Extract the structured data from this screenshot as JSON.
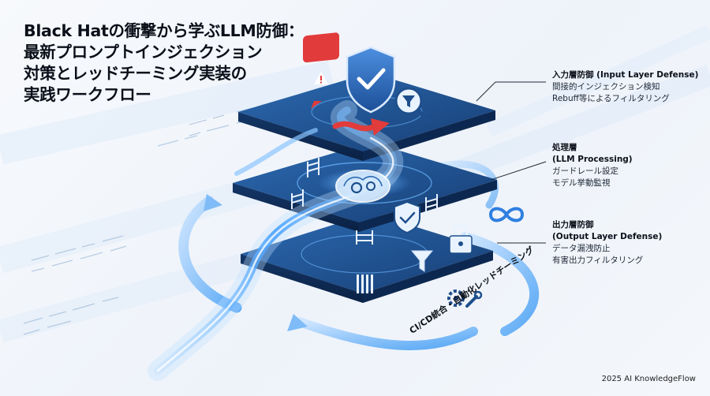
{
  "title": {
    "line1": "Black Hatの衝撃から学ぶLLM防御：",
    "line2": "最新プロンプトインジェクション",
    "line3": "対策とレッドチーミング実装の",
    "line4": "実践ワークフロー"
  },
  "layers": {
    "input": {
      "heading": "入力層防御 (Input Layer Defense)",
      "desc1": "間接的インジェクション検知",
      "desc2": "Rebuff等によるフィルタリング"
    },
    "processing": {
      "heading1": "処理層",
      "heading2": "(LLM Processing)",
      "desc1": "ガードレール設定",
      "desc2": "モデル挙動監視"
    },
    "output": {
      "heading1": "出力層防御",
      "heading2": "(Output Layer Defense)",
      "desc1": "データ漏洩防止",
      "desc2": "有害出力フィルタリング"
    }
  },
  "loop_label": "CI/CD統合・自動化レッドチーミング",
  "footer": "2025 AI KnowledgeFlow",
  "colors": {
    "layer_top": "#1e4f8c",
    "layer_side": "#0f2c57",
    "flow": "#4aa3ff",
    "alert": "#e23b3b",
    "accent": "#2f7fe0"
  },
  "icons": [
    "shield-check-icon",
    "filter-search-icon",
    "warning-icon",
    "brain-gears-icon",
    "lock-icon",
    "funnel-icon",
    "infinity-icon",
    "gear-wrench-icon",
    "ladder-icon"
  ]
}
